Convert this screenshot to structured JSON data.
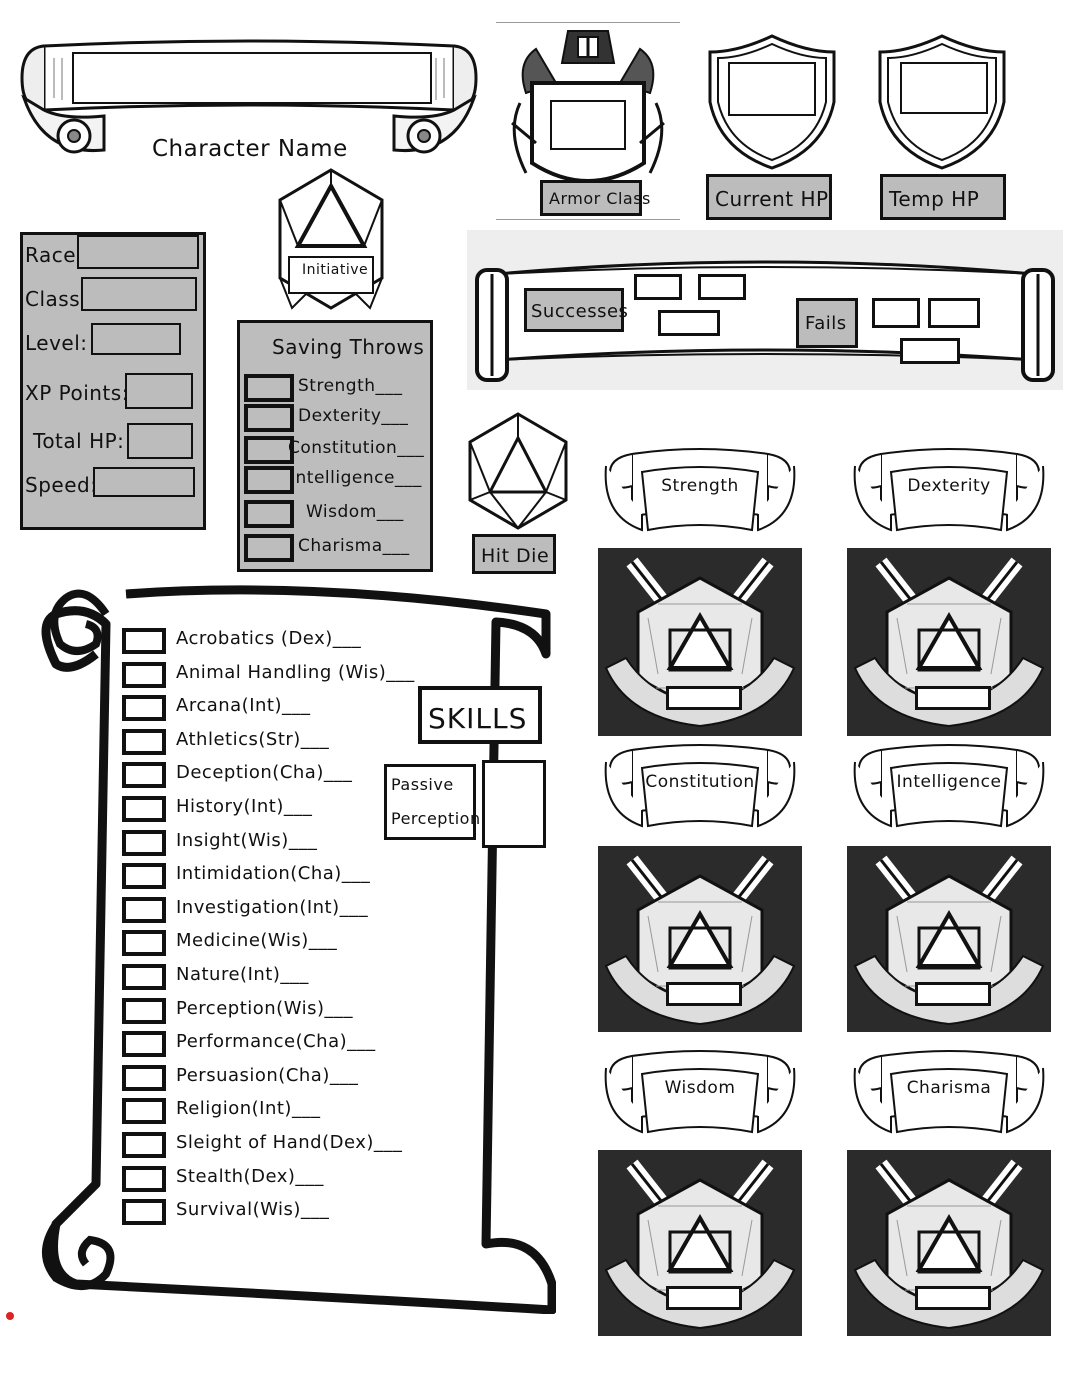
{
  "character": {
    "name_label": "Character Name",
    "armor_class_label": "Armor Class",
    "current_hp_label": "Current HP",
    "temp_hp_label": "Temp HP",
    "initiative_label": "Initiative",
    "hit_die_label": "Hit Die"
  },
  "info_panel": {
    "race": "Race:",
    "class": "Class:",
    "level": "Level:",
    "xp": "XP Points:",
    "total_hp": "Total HP:",
    "speed": "Speed:"
  },
  "death_saves": {
    "successes": "Successes",
    "fails": "Fails"
  },
  "saving_throws": {
    "title": "Saving Throws",
    "items": [
      "Strength___",
      "Dexterity___",
      "Constitution___",
      "Intelligence___",
      "Wisdom___",
      "Charisma___"
    ]
  },
  "skills": {
    "title": "SKILLS",
    "passive_perception": [
      "Passive",
      "Perception"
    ],
    "items": [
      "Acrobatics (Dex)___",
      "Animal Handling (Wis)___",
      "Arcana(Int)___",
      "Athletics(Str)___",
      "Deception(Cha)___",
      "History(Int)___",
      "Insight(Wis)___",
      "Intimidation(Cha)___",
      "Investigation(Int)___",
      "Medicine(Wis)___",
      "Nature(Int)___",
      "Perception(Wis)___",
      "Performance(Cha)___",
      "Persuasion(Cha)___",
      "Religion(Int)___",
      "Sleight of Hand(Dex)___",
      "Stealth(Dex)___",
      "Survival(Wis)___"
    ]
  },
  "abilities": [
    "Strength",
    "Dexterity",
    "Constitution",
    "Intelligence",
    "Wisdom",
    "Charisma"
  ]
}
